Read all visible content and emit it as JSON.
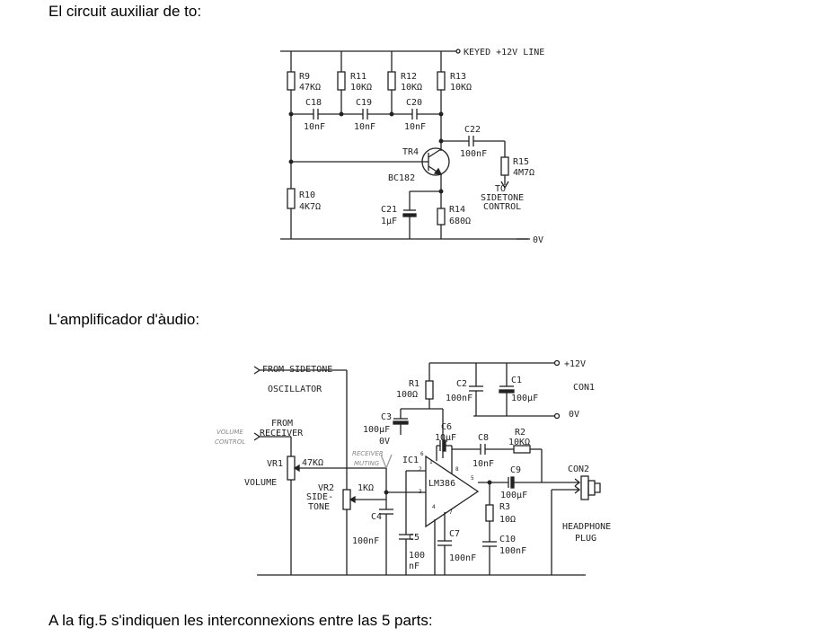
{
  "paragraphs": {
    "p1": "El circuit auxiliar de to:",
    "p2": "L'amplificador d'àudio:",
    "p3": "A la fig.5 s'indiquen les interconnexions entre las 5 parts:"
  },
  "oscillator": {
    "keyed_line": "KEYED +12V LINE",
    "ground": "0V",
    "r9": [
      "R9",
      "47KΩ"
    ],
    "r11": [
      "R11",
      "10KΩ"
    ],
    "r12": [
      "R12",
      "10KΩ"
    ],
    "r13": [
      "R13",
      "10KΩ"
    ],
    "c18": [
      "C18",
      "10nF"
    ],
    "c19": [
      "C19",
      "10nF"
    ],
    "c20": [
      "C20",
      "10nF"
    ],
    "c22": [
      "C22",
      "100nF"
    ],
    "r15": [
      "R15",
      "4M7Ω"
    ],
    "tr4": [
      "TR4",
      "BC182"
    ],
    "r10": [
      "R10",
      "4K7Ω"
    ],
    "c21": [
      "C21",
      "1µF"
    ],
    "r14": [
      "R14",
      "680Ω"
    ],
    "to_sidetone": [
      "TO",
      "SIDETONE",
      "CONTROL"
    ]
  },
  "amplifier": {
    "from_sidetone": [
      "FROM SIDETONE",
      "OSCILLATOR"
    ],
    "from_receiver": [
      "FROM",
      "RECEIVER"
    ],
    "volume_note": [
      "VOLUME",
      "CONTROL"
    ],
    "receiver_muting": [
      "RECEIVER",
      "MUTING"
    ],
    "vr1": [
      "VR1",
      "47KΩ",
      "VOLUME"
    ],
    "vr2": [
      "VR2",
      "SIDE-",
      "TONE",
      "1KΩ"
    ],
    "r1": [
      "R1",
      "100Ω"
    ],
    "c2": [
      "C2",
      "100nF"
    ],
    "c1": [
      "C1",
      "100µF"
    ],
    "plus12": "+12V",
    "con1": "CON1",
    "zero_v": "0V",
    "c3": [
      "C3",
      "100µF",
      "0V"
    ],
    "c6": [
      "C6",
      "10µF"
    ],
    "c8": [
      "C8",
      "10nF"
    ],
    "r2": [
      "R2",
      "10KΩ"
    ],
    "ic1": [
      "IC1",
      "LM386"
    ],
    "c9": [
      "C9",
      "100µF"
    ],
    "con2": "CON2",
    "r3": [
      "R3",
      "10Ω"
    ],
    "c10": [
      "C10",
      "100nF"
    ],
    "c4": [
      "C4",
      "100nF"
    ],
    "c5": [
      "C5",
      "100",
      "nF"
    ],
    "c7": [
      "C7",
      "100nF"
    ],
    "headphone": [
      "HEADPHONE",
      "PLUG"
    ],
    "pins": [
      "6",
      "2",
      "3",
      "4",
      "1",
      "8",
      "7",
      "5"
    ]
  }
}
